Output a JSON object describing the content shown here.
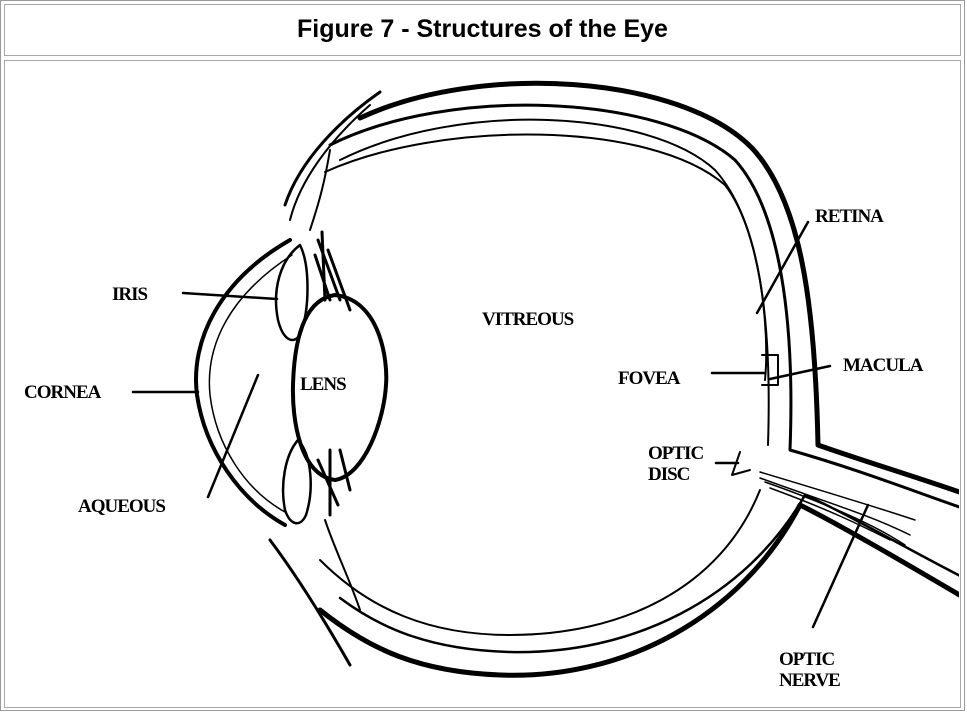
{
  "figure": {
    "title": "Figure 7 - Structures of the Eye"
  },
  "labels": {
    "iris": "IRIS",
    "cornea": "CORNEA",
    "aqueous": "AQUEOUS",
    "lens": "LENS",
    "vitreous": "VITREOUS",
    "retina": "RETINA",
    "fovea": "FOVEA",
    "macula": "MACULA",
    "optic_disc_1": "OPTIC",
    "optic_disc_2": "DISC",
    "optic_nerve_1": "OPTIC",
    "optic_nerve_2": "NERVE"
  }
}
